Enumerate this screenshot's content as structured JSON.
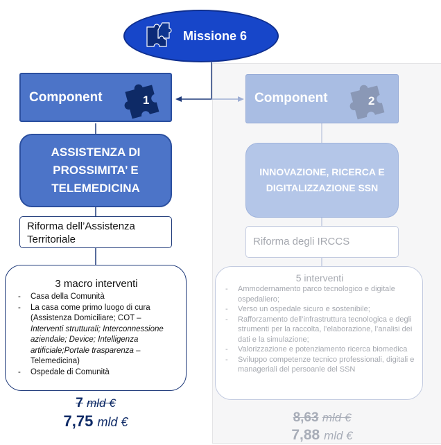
{
  "mission": {
    "title": "Missione 6"
  },
  "component1": {
    "label": "Component",
    "number": "1",
    "title": "ASSISTENZA DI PROSSIMITA’ E TELEMEDICINA",
    "reform": "Riforma dell’Assistenza Territoriale",
    "interventions_title": "3 macro interventi",
    "interventions": {
      "i1": "Casa della Comunità",
      "i2_a": "La casa come primo luogo di cura (Assistenza Domiciliare; COT – ",
      "i2_b": "Interventi strutturali; Interconnessione aziendale; Device; Intelligenza artificiale;Portale trasparenza",
      "i2_c": " – Telemedicina)",
      "i3": "Ospedale di Comunità"
    },
    "cost_old_value": "7",
    "cost_new_value": "7,75",
    "cost_unit": "mld €"
  },
  "component2": {
    "label": "Component",
    "number": "2",
    "title": "INNOVAZIONE, RICERCA E DIGITALIZZAZIONE SSN",
    "reform": "Riforma degli IRCCS",
    "interventions_title": "5 interventi",
    "interventions": [
      "Ammodernamento parco tecnologico e digitale ospedaliero;",
      "Verso un ospedale sicuro e sostenibile;",
      "Rafforzamento dell’infrastruttura tecnologica e degli strumenti per la raccolta, l’elaborazione, l’analisi dei dati e la simulazione;",
      "Valorizzazione e potenziamento ricerca biomedica",
      "Sviluppo competenze tecnico professionali, digitali e manageriali del persoanle del SSN"
    ],
    "cost_old_value": "8,63",
    "cost_new_value": "7,88",
    "cost_unit": "mld €"
  },
  "icons": [
    "puzzle-icon"
  ],
  "colors": {
    "mission_blue": "#1746c9",
    "component1_blue": "#4c74c8",
    "component2_blue_faded": "#a9bde3",
    "navy": "#0e2a66"
  }
}
